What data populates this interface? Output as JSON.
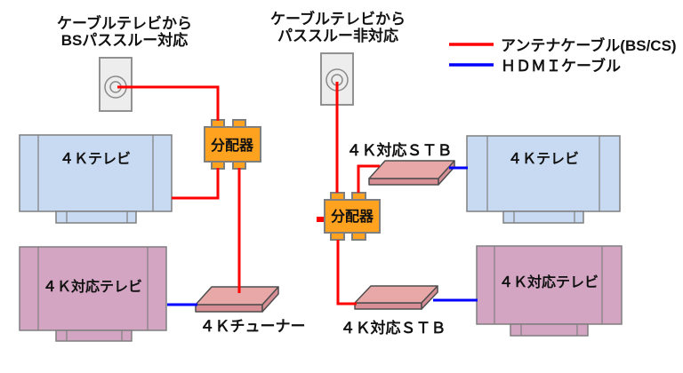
{
  "left_setup": {
    "source_label": {
      "line1": "ケーブルテレビから",
      "line2": "BSパススルー対応"
    },
    "splitter_label": "分配器",
    "tv_top_label": "４Ｋテレビ",
    "tv_bottom_label": "４Ｋ対応テレビ",
    "tuner_label": "４Ｋチューナー"
  },
  "right_setup": {
    "source_label": {
      "line1": "ケーブルテレビから",
      "line2": "パススルー非対応"
    },
    "splitter_label": "分配器",
    "stb_top_label": "４Ｋ対応ＳＴＢ",
    "stb_bottom_label": "４Ｋ対応ＳＴＢ",
    "tv_top_label": "４Ｋテレビ",
    "tv_bottom_label": "４Ｋ対応テレビ"
  },
  "legend": {
    "antenna": {
      "label": "アンテナケーブル(BS/CS)",
      "color": "#ff0000"
    },
    "hdmi": {
      "label": "ＨＤＭＩケーブル",
      "color": "#0000ff"
    }
  },
  "colors": {
    "antenna_cable": "#ff0000",
    "hdmi_cable": "#0000ff",
    "splitter_fill": "#ffa21f",
    "tv_blue_fill": "#c8d9f2",
    "tv_pink_fill": "#d3a5c3",
    "device_top_fill": "#e9a8a8",
    "device_side_fill": "#d78f95",
    "outlet_fill": "#ededed"
  }
}
